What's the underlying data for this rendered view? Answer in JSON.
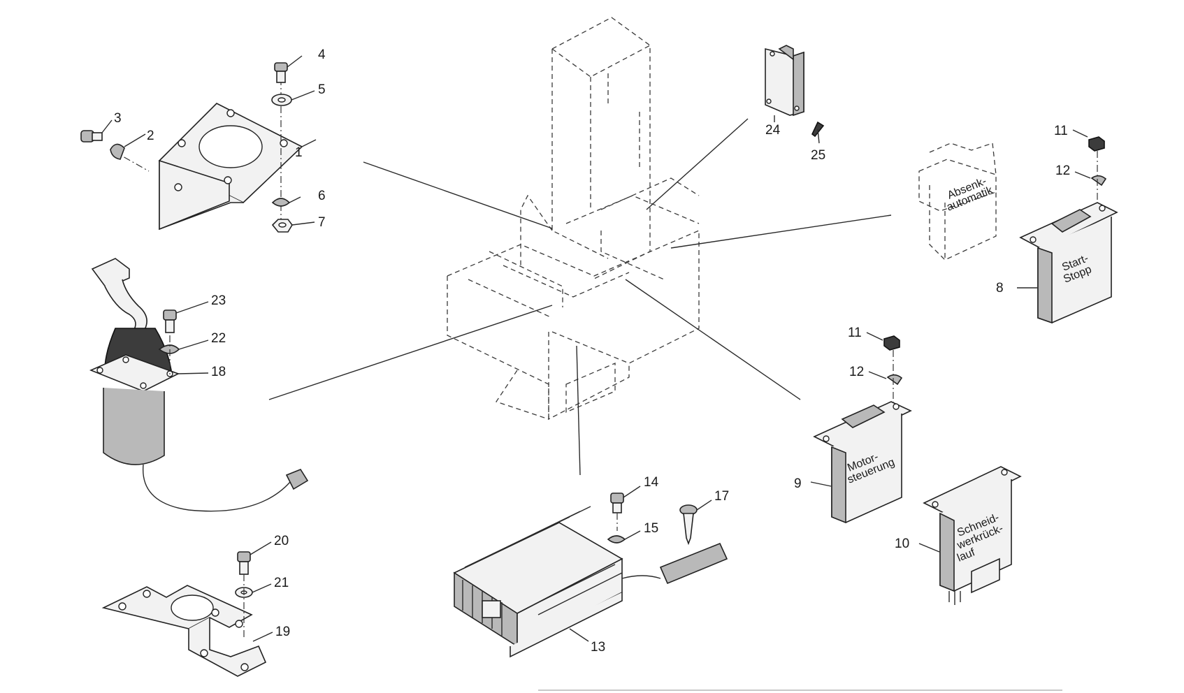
{
  "diagram": {
    "labels": {
      "p1": "1",
      "p2": "2",
      "p3": "3",
      "p4": "4",
      "p5": "5",
      "p6": "6",
      "p7": "7",
      "p8": "8",
      "p9": "9",
      "p10": "10",
      "p11a": "11",
      "p11b": "11",
      "p12a": "12",
      "p12b": "12",
      "p13": "13",
      "p14": "14",
      "p15": "15",
      "p17": "17",
      "p18": "18",
      "p19": "19",
      "p20": "20",
      "p21": "21",
      "p22": "22",
      "p23": "23",
      "p24": "24",
      "p25": "25"
    },
    "box_texts": {
      "absenk_1": "Absenk-",
      "absenk_2": "automatik",
      "start_1": "Start-",
      "start_2": "Stopp",
      "motor_1": "Motor-",
      "motor_2": "steuerung",
      "schneid_1": "Schneid-",
      "schneid_2": "werkrück-",
      "schneid_3": "lauf"
    },
    "colors": {
      "line": "#2a2a2a",
      "fill_light": "#f2f2f2",
      "fill_mid": "#b9b9b9",
      "fill_dark": "#3c3c3c"
    }
  }
}
